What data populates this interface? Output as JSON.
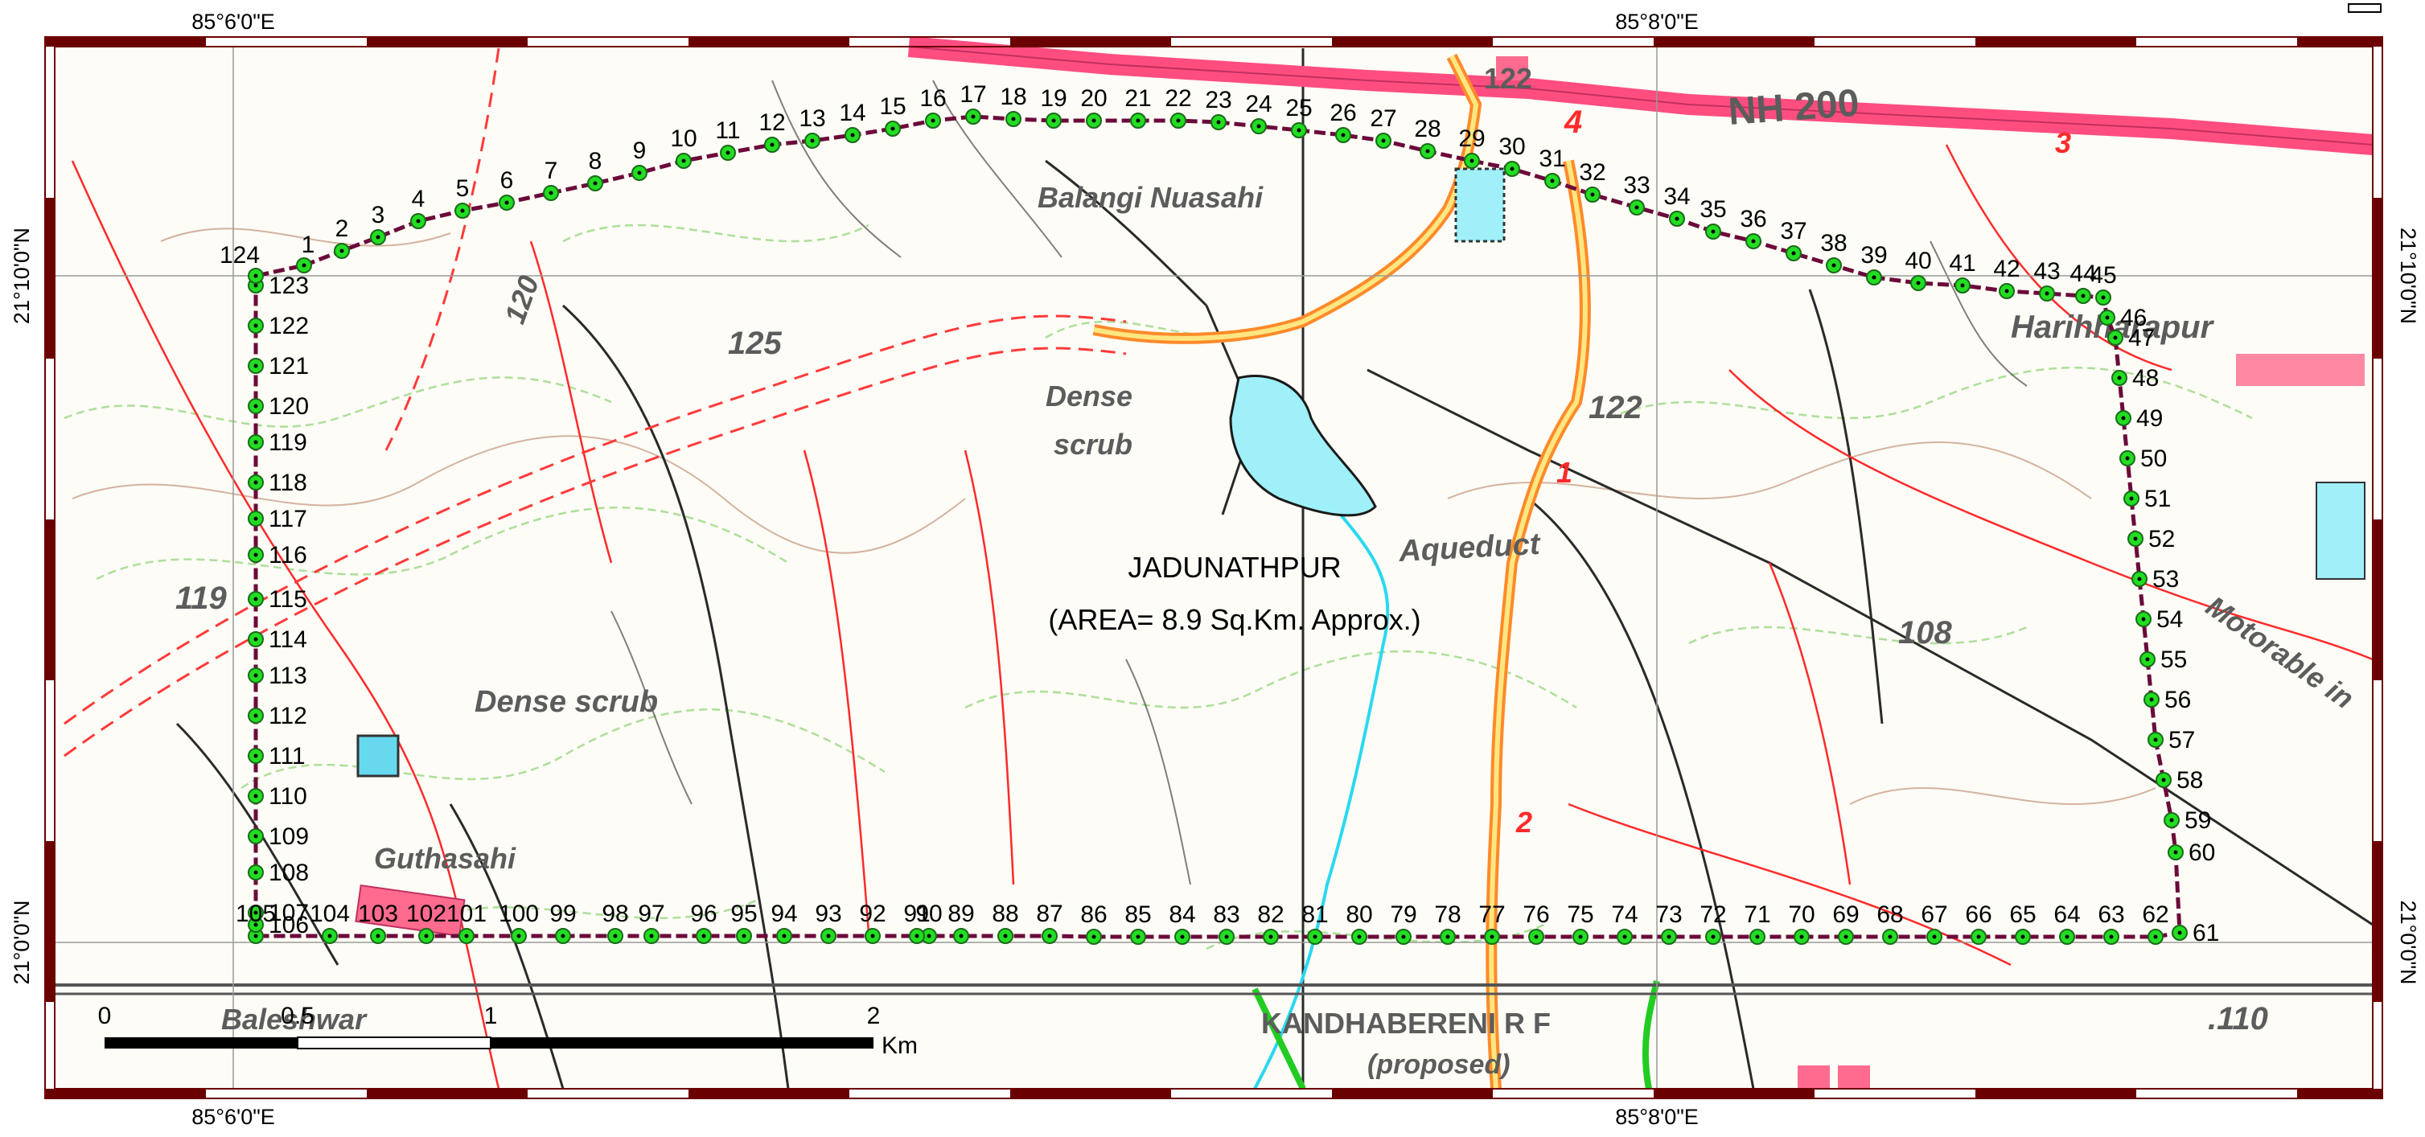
{
  "map": {
    "area_name": "JADUNATHPUR",
    "area_note": "(AREA= 8.9 Sq.Km. Approx.)",
    "coords": {
      "top_left": "85°6'0\"E",
      "top_right": "85°8'0\"E",
      "bottom_left": "85°6'0\"E",
      "bottom_right": "85°8'0\"E",
      "left_upper": "21°10'0\"N",
      "left_lower": "21°0'0\"N",
      "right_upper": "21°10'0\"N",
      "right_lower": "21°0'0\"N"
    },
    "scale": {
      "ticks": [
        "0",
        "0.5",
        "1",
        "2"
      ],
      "unit": "Km"
    },
    "labels": {
      "nh": "NH 200",
      "balangi": "Balangi Nuasahi",
      "harihara": "Harihharapur",
      "dense1": "Dense",
      "scrub1": "scrub",
      "aqueduct": "Aqueduct",
      "dense_scrub": "Dense scrub",
      "guthasahi": "Guthasahi",
      "baleshwar": "Baleshwar",
      "kandhabereni": "KANDHABERENI R F",
      "proposed": "(proposed)",
      "motorable": "Motorable in",
      "c125": "125",
      "c122a": "122",
      "c122b": "122",
      "c120": "120",
      "c119": "119",
      "c108": "108",
      "c110": ".110",
      "r1": "1",
      "r2": "2",
      "r3": "3",
      "r4": "4"
    },
    "colors": {
      "boundary": "#6b0a3a",
      "point": "#22dd22",
      "frame": "#6b0000",
      "highway": "#ff4d7f",
      "road": "#ff2a2a",
      "water": "#9ff0f8"
    }
  },
  "points": [
    {
      "n": "1"
    },
    {
      "n": "2"
    },
    {
      "n": "3"
    },
    {
      "n": "4"
    },
    {
      "n": "5"
    },
    {
      "n": "6"
    },
    {
      "n": "7"
    },
    {
      "n": "8"
    },
    {
      "n": "9"
    },
    {
      "n": "10"
    },
    {
      "n": "11"
    },
    {
      "n": "12"
    },
    {
      "n": "13"
    },
    {
      "n": "14"
    },
    {
      "n": "15"
    },
    {
      "n": "16"
    },
    {
      "n": "17"
    },
    {
      "n": "18"
    },
    {
      "n": "19"
    },
    {
      "n": "20"
    },
    {
      "n": "21"
    },
    {
      "n": "22"
    },
    {
      "n": "23"
    },
    {
      "n": "24"
    },
    {
      "n": "25"
    },
    {
      "n": "26"
    },
    {
      "n": "27"
    },
    {
      "n": "28"
    },
    {
      "n": "29"
    },
    {
      "n": "30"
    },
    {
      "n": "31"
    },
    {
      "n": "32"
    },
    {
      "n": "33"
    },
    {
      "n": "34"
    },
    {
      "n": "35"
    },
    {
      "n": "36"
    },
    {
      "n": "37"
    },
    {
      "n": "38"
    },
    {
      "n": "39"
    },
    {
      "n": "40"
    },
    {
      "n": "41"
    },
    {
      "n": "42"
    },
    {
      "n": "43"
    },
    {
      "n": "44"
    },
    {
      "n": "45"
    },
    {
      "n": "46"
    },
    {
      "n": "47"
    },
    {
      "n": "48"
    },
    {
      "n": "49"
    },
    {
      "n": "50"
    },
    {
      "n": "51"
    },
    {
      "n": "52"
    },
    {
      "n": "53"
    },
    {
      "n": "54"
    },
    {
      "n": "55"
    },
    {
      "n": "56"
    },
    {
      "n": "57"
    },
    {
      "n": "58"
    },
    {
      "n": "59"
    },
    {
      "n": "60"
    },
    {
      "n": "61"
    },
    {
      "n": "62"
    },
    {
      "n": "63"
    },
    {
      "n": "64"
    },
    {
      "n": "65"
    },
    {
      "n": "66"
    },
    {
      "n": "67"
    },
    {
      "n": "68"
    },
    {
      "n": "69"
    },
    {
      "n": "70"
    },
    {
      "n": "71"
    },
    {
      "n": "72"
    },
    {
      "n": "73"
    },
    {
      "n": "74"
    },
    {
      "n": "75"
    },
    {
      "n": "76"
    },
    {
      "n": "77"
    },
    {
      "n": "78"
    },
    {
      "n": "79"
    },
    {
      "n": "80"
    },
    {
      "n": "81"
    },
    {
      "n": "82"
    },
    {
      "n": "83"
    },
    {
      "n": "84"
    },
    {
      "n": "85"
    },
    {
      "n": "86"
    },
    {
      "n": "87"
    },
    {
      "n": "88"
    },
    {
      "n": "89"
    },
    {
      "n": "90"
    },
    {
      "n": "91"
    },
    {
      "n": "92"
    },
    {
      "n": "93"
    },
    {
      "n": "94"
    },
    {
      "n": "95"
    },
    {
      "n": "96"
    },
    {
      "n": "97"
    },
    {
      "n": "98"
    },
    {
      "n": "99"
    },
    {
      "n": "100"
    },
    {
      "n": "101"
    },
    {
      "n": "102"
    },
    {
      "n": "103"
    },
    {
      "n": "104"
    },
    {
      "n": "105"
    },
    {
      "n": "106"
    },
    {
      "n": "107"
    },
    {
      "n": "108"
    },
    {
      "n": "109"
    },
    {
      "n": "110"
    },
    {
      "n": "111"
    },
    {
      "n": "112"
    },
    {
      "n": "113"
    },
    {
      "n": "114"
    },
    {
      "n": "115"
    },
    {
      "n": "116"
    },
    {
      "n": "117"
    },
    {
      "n": "118"
    },
    {
      "n": "119"
    },
    {
      "n": "120"
    },
    {
      "n": "121"
    },
    {
      "n": "122"
    },
    {
      "n": "123"
    },
    {
      "n": "124"
    }
  ]
}
